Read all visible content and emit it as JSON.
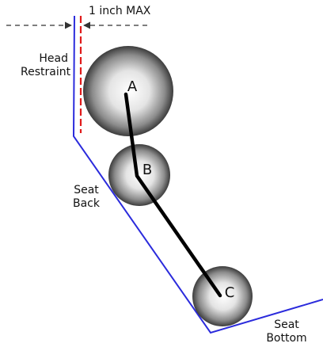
{
  "clearance": {
    "label": "1 inch MAX"
  },
  "labels": {
    "head_restraint": [
      "Head",
      "Restraint"
    ],
    "seat_back": [
      "Seat",
      "Back"
    ],
    "seat_bottom": [
      "Seat",
      "Bottom"
    ]
  },
  "nodes": [
    "A",
    "B",
    "C"
  ],
  "colors": {
    "seat_outline": "#2b2bdc",
    "clearance_line": "#e01b1b",
    "linkage": "#000000",
    "dimension": "#333333"
  }
}
